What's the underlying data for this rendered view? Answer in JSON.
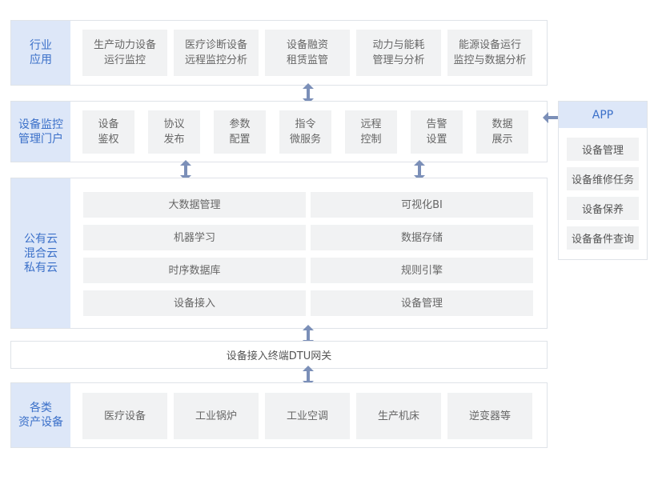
{
  "colors": {
    "label_bg": "#dde7f8",
    "label_text": "#3b70c9",
    "cell_bg": "#f1f2f3",
    "arrow": "#7b8fb8"
  },
  "layers": {
    "industry": {
      "label": "行业\n应用",
      "items": [
        "生产动力设备\n运行监控",
        "医疗诊断设备\n远程监控分析",
        "设备融资\n租赁监管",
        "动力与能耗\n管理与分析",
        "能源设备运行\n监控与数据分析"
      ]
    },
    "portal": {
      "label": "设备监控\n管理门户",
      "items": [
        "设备\n鉴权",
        "协议\n发布",
        "参数\n配置",
        "指令\n微服务",
        "远程\n控制",
        "告警\n设置",
        "数据\n展示"
      ]
    },
    "cloud": {
      "label": "公有云\n混合云\n私有云",
      "left": [
        "大数据管理",
        "机器学习",
        "时序数据库",
        "设备接入"
      ],
      "right": [
        "可视化BI",
        "数据存储",
        "规则引擎",
        "设备管理"
      ]
    },
    "gateway": {
      "label": "设备接入终端DTU网关"
    },
    "assets": {
      "label": "各类\n资产设备",
      "items": [
        "医疗设备",
        "工业锅炉",
        "工业空调",
        "生产机床",
        "逆变器等"
      ]
    }
  },
  "app": {
    "title": "APP",
    "items": [
      "设备管理",
      "设备维修任务",
      "设备保养",
      "设备备件查询"
    ]
  }
}
